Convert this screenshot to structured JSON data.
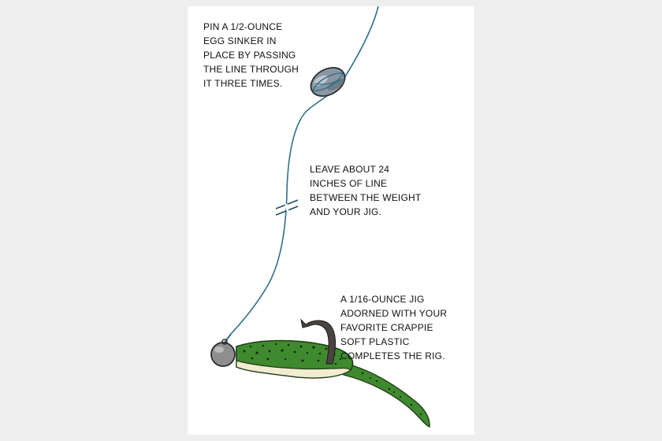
{
  "callouts": {
    "sinker": {
      "lines": [
        "PIN A 1/2-OUNCE",
        "EGG SINKER IN",
        "PLACE BY PASSING",
        "THE LINE THROUGH",
        "IT THREE TIMES."
      ]
    },
    "leader": {
      "lines": [
        "LEAVE ABOUT 24",
        "INCHES OF LINE",
        "BETWEEN THE WEIGHT",
        "AND YOUR JIG."
      ]
    },
    "jig": {
      "lines": [
        "A 1/16-OUNCE JIG",
        "ADORNED WITH YOUR",
        "FAVORITE CRAPPIE",
        "SOFT PLASTIC",
        "COMPLETES THE RIG."
      ]
    }
  },
  "colors": {
    "background": "#eeeeee",
    "panel": "#ffffff",
    "line": "#2f6f8a",
    "sinker": "#8a96a0",
    "jig_head": "#8e8e8e",
    "plastic_body": "#3f8a2e",
    "plastic_belly": "#f2ecd0",
    "hook": "#4a4440"
  }
}
